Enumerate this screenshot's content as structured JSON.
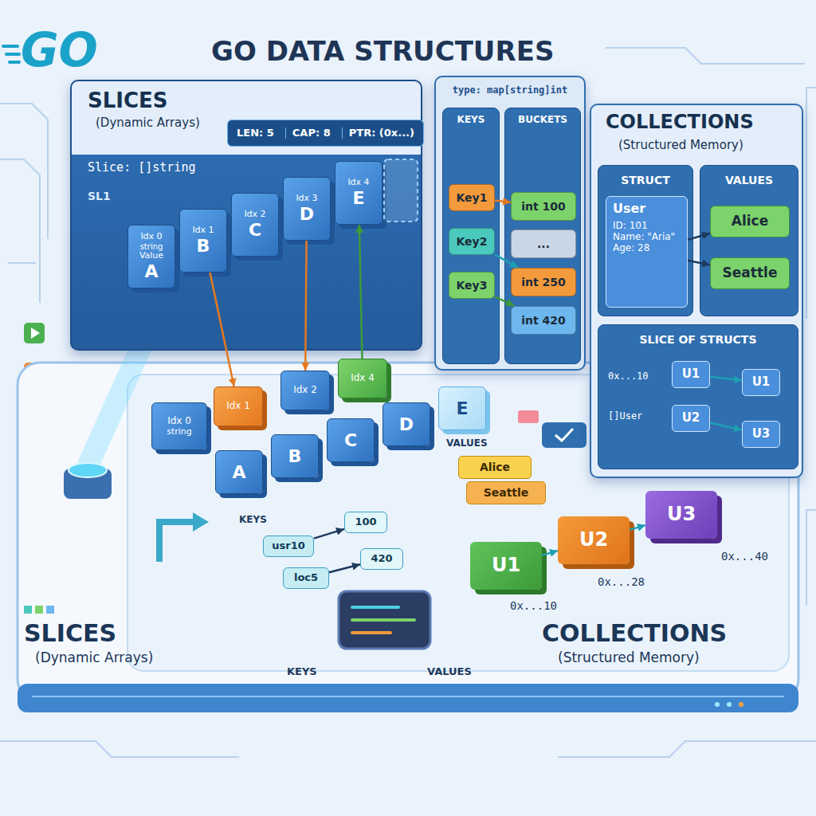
{
  "diagram": {
    "title": "GO DATA STRUCTURES",
    "nodes": [
      {
        "text": [
          "SLICES",
          "(Dynamic Arrays)",
          "Slice: []string",
          "SL1"
        ]
      },
      {
        "text": [
          "LEN: 5",
          "CAP: 8",
          "PTR: (0x...)"
        ],
        "in": 0
      },
      {
        "text": [
          "Idx 0",
          "string",
          "Value",
          "A"
        ],
        "in": 0
      },
      {
        "text": [
          "Idx 1",
          "B"
        ],
        "in": 0
      },
      {
        "text": [
          "Idx 2",
          "C"
        ],
        "in": 0
      },
      {
        "text": [
          "Idx 3",
          "D"
        ],
        "in": 0
      },
      {
        "text": [
          "Idx 4",
          "E"
        ],
        "in": 0
      },
      {
        "text": [
          "type: map[string]int"
        ]
      },
      {
        "text": [
          "KEYS"
        ],
        "in": 7
      },
      {
        "text": [
          "Key1"
        ],
        "in": 8
      },
      {
        "text": [
          "Key2"
        ],
        "in": 8
      },
      {
        "text": [
          "Key3"
        ],
        "in": 8
      },
      {
        "text": [
          "BUCKETS"
        ],
        "in": 7
      },
      {
        "text": [
          "int 100"
        ],
        "in": 12
      },
      {
        "text": [
          "..."
        ],
        "in": 12
      },
      {
        "text": [
          "int 250"
        ],
        "in": 12
      },
      {
        "text": [
          "int 420"
        ],
        "in": 12
      },
      {
        "text": [
          "COLLECTIONS",
          "(Structured Memory)"
        ]
      },
      {
        "text": [
          "STRUCT"
        ],
        "in": 17
      },
      {
        "text": [
          "User",
          "ID: 101",
          "Name: \"Aria\"",
          "Age: 28"
        ],
        "in": 18
      },
      {
        "text": [
          "VALUES"
        ],
        "in": 17
      },
      {
        "text": [
          "Alice"
        ],
        "in": 20
      },
      {
        "text": [
          "Seattle"
        ],
        "in": 20
      },
      {
        "text": [
          "SLICE OF STRUCTS",
          "0x...10",
          "[]User"
        ],
        "in": 17
      },
      {
        "text": [
          "U1"
        ],
        "in": 23
      },
      {
        "text": [
          "U2"
        ],
        "in": 23
      },
      {
        "text": [
          "U1"
        ],
        "in": 23
      },
      {
        "text": [
          "U3"
        ],
        "in": 23
      },
      {
        "text": [
          "Idx 0",
          "string"
        ]
      },
      {
        "text": [
          "Idx 1"
        ]
      },
      {
        "text": [
          "Idx 2"
        ]
      },
      {
        "text": [
          "Idx 4"
        ]
      },
      {
        "text": [
          "A"
        ]
      },
      {
        "text": [
          "B"
        ]
      },
      {
        "text": [
          "C"
        ]
      },
      {
        "text": [
          "D"
        ]
      },
      {
        "text": [
          "E"
        ]
      },
      {
        "text": [
          "Alice"
        ]
      },
      {
        "text": [
          "Seattle"
        ]
      },
      {
        "text": [
          "usr10"
        ]
      },
      {
        "text": [
          "loc5"
        ]
      },
      {
        "text": [
          "100"
        ]
      },
      {
        "text": [
          "420"
        ]
      },
      {
        "text": [
          "U1"
        ]
      },
      {
        "text": [
          "U2"
        ]
      },
      {
        "text": [
          "U3"
        ]
      }
    ],
    "edges": [
      {
        "from": 9,
        "to": 13,
        "arrow": "to"
      },
      {
        "from": 10,
        "to": 15,
        "arrow": "to"
      },
      {
        "from": 11,
        "to": 16,
        "arrow": "to"
      },
      {
        "from": 19,
        "to": 21,
        "arrow": "to"
      },
      {
        "from": 19,
        "to": 22,
        "arrow": "to"
      },
      {
        "from": 24,
        "to": 26,
        "arrow": "to"
      },
      {
        "from": 25,
        "to": 27,
        "arrow": "to"
      },
      {
        "from": 3,
        "to": 29,
        "arrow": "to"
      },
      {
        "from": 5,
        "to": 30,
        "arrow": "to"
      },
      {
        "from": 31,
        "to": 6,
        "arrow": "to"
      },
      {
        "from": 39,
        "to": 41,
        "arrow": "to"
      },
      {
        "from": 40,
        "to": 42,
        "arrow": "to"
      },
      {
        "from": 43,
        "to": 44,
        "arrow": "to"
      },
      {
        "from": 44,
        "to": 45,
        "arrow": "to"
      }
    ],
    "labels": [
      "GO",
      "VALUES",
      "KEYS",
      "0x...10",
      "0x...28",
      "0x...40",
      "KEYS",
      "VALUES",
      "SLICES",
      "(Dynamic Arrays)",
      "COLLECTIONS",
      "(Structured Memory)"
    ]
  }
}
